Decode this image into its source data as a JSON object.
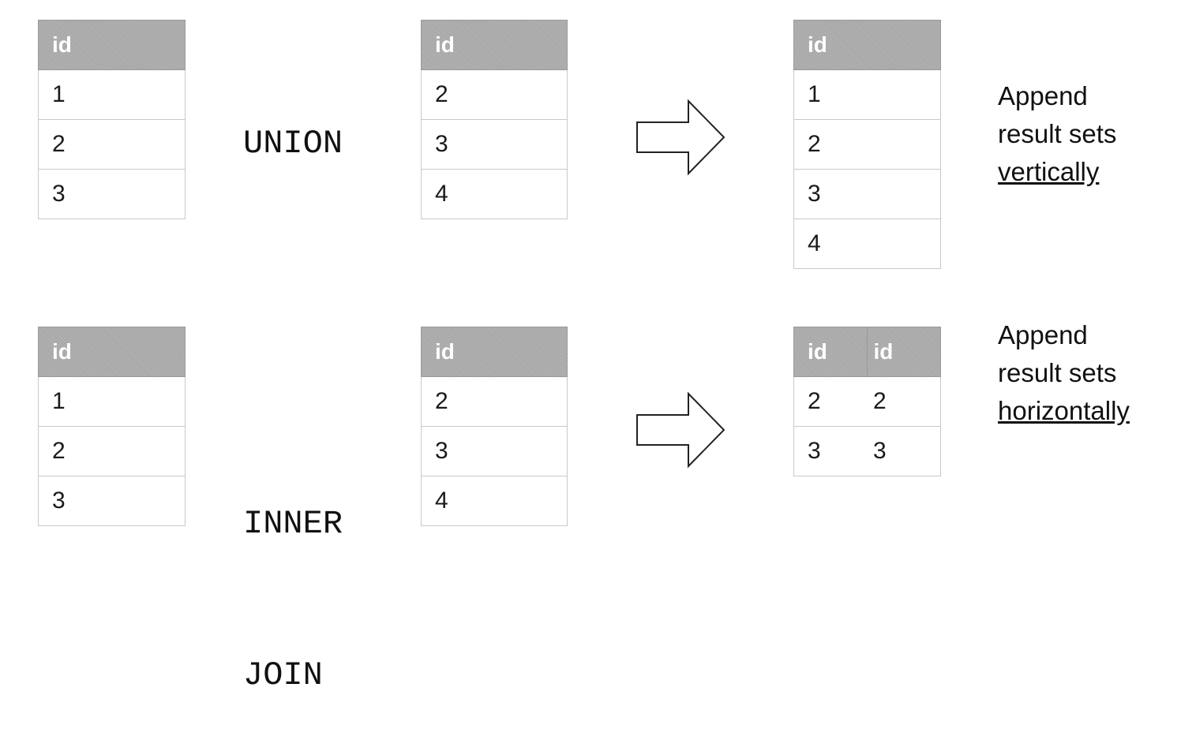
{
  "union": {
    "left_table": {
      "header": "id",
      "rows": [
        "1",
        "2",
        "3"
      ]
    },
    "operator": "UNION",
    "right_table": {
      "header": "id",
      "rows": [
        "2",
        "3",
        "4"
      ]
    },
    "result_table": {
      "header": "id",
      "rows": [
        "1",
        "2",
        "3",
        "4"
      ]
    },
    "note": {
      "line1": "Append",
      "line2": "result sets",
      "line3": "vertically"
    }
  },
  "inner_join": {
    "left_table": {
      "header": "id",
      "rows": [
        "1",
        "2",
        "3"
      ]
    },
    "operator_line1": "INNER",
    "operator_line2": "JOIN",
    "right_table": {
      "header": "id",
      "rows": [
        "2",
        "3",
        "4"
      ]
    },
    "result_table": {
      "headers": [
        "id",
        "id"
      ],
      "rows": [
        [
          "2",
          "2"
        ],
        [
          "3",
          "3"
        ]
      ]
    },
    "note": {
      "line1": "Append",
      "line2": "result sets",
      "line3": "horizontally"
    }
  }
}
